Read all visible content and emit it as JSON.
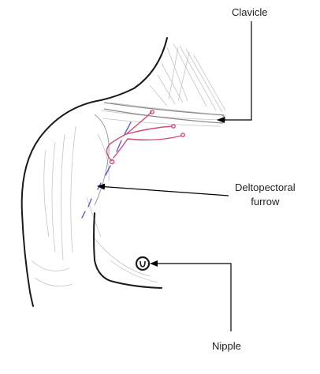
{
  "labels": {
    "clavicle": "Clavicle",
    "deltopectoral_line1": "Deltopectoral",
    "deltopectoral_line2": "furrow",
    "nipple": "Nipple"
  },
  "colors": {
    "outline": "#1a1a1a",
    "shading": "#b9b9b9",
    "vessel": "#d04a7a",
    "vein": "#6a5acd",
    "leader": "#000000"
  }
}
